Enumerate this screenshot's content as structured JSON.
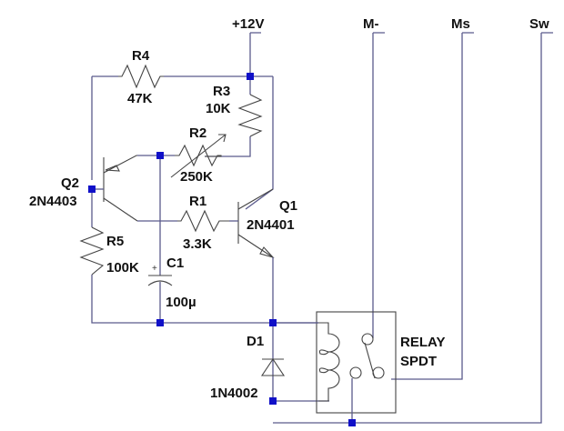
{
  "diagram": {
    "type": "schematic",
    "net_labels": {
      "vcc": "+12V",
      "m_minus": "M-",
      "ms": "Ms",
      "sw": "Sw"
    },
    "components": {
      "R4": {
        "ref": "R4",
        "value": "47K"
      },
      "R3": {
        "ref": "R3",
        "value": "10K"
      },
      "R2": {
        "ref": "R2",
        "value": "250K"
      },
      "R1": {
        "ref": "R1",
        "value": "3.3K"
      },
      "R5": {
        "ref": "R5",
        "value": "100K"
      },
      "C1": {
        "ref": "C1",
        "value": "100µ",
        "polarity_mark": "+"
      },
      "Q1": {
        "ref": "Q1",
        "value": "2N4401"
      },
      "Q2": {
        "ref": "Q2",
        "value": "2N4403"
      },
      "D1": {
        "ref": "D1",
        "value": "1N4002"
      },
      "RELAY": {
        "line1": "RELAY",
        "line2": "SPDT"
      }
    },
    "colors": {
      "wire": "#5a5a8c",
      "junction": "#1010c8",
      "symbol": "#444444",
      "text": "#111111"
    }
  }
}
